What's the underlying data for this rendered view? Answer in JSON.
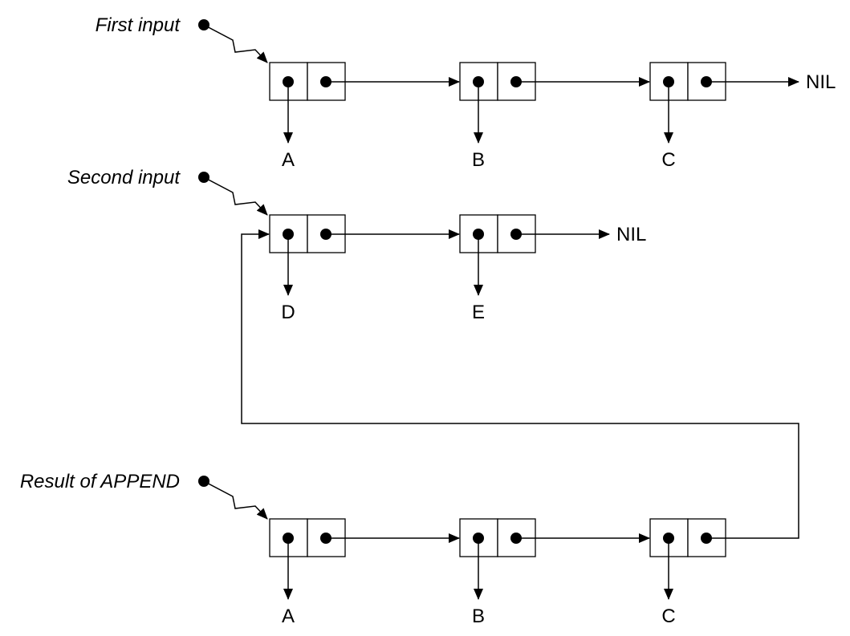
{
  "diagram": {
    "labels": {
      "first_input": "First input",
      "second_input": "Second input",
      "result": "Result of APPEND",
      "nil": "NIL"
    },
    "lists": [
      {
        "id": "first",
        "atoms": [
          "A",
          "B",
          "C"
        ],
        "terminator": "NIL"
      },
      {
        "id": "second",
        "atoms": [
          "D",
          "E"
        ],
        "terminator": "NIL"
      },
      {
        "id": "result",
        "atoms": [
          "A",
          "B",
          "C"
        ],
        "terminator": "link-to-second"
      }
    ],
    "colors": {
      "ink": "#000000",
      "background": "#ffffff"
    }
  }
}
